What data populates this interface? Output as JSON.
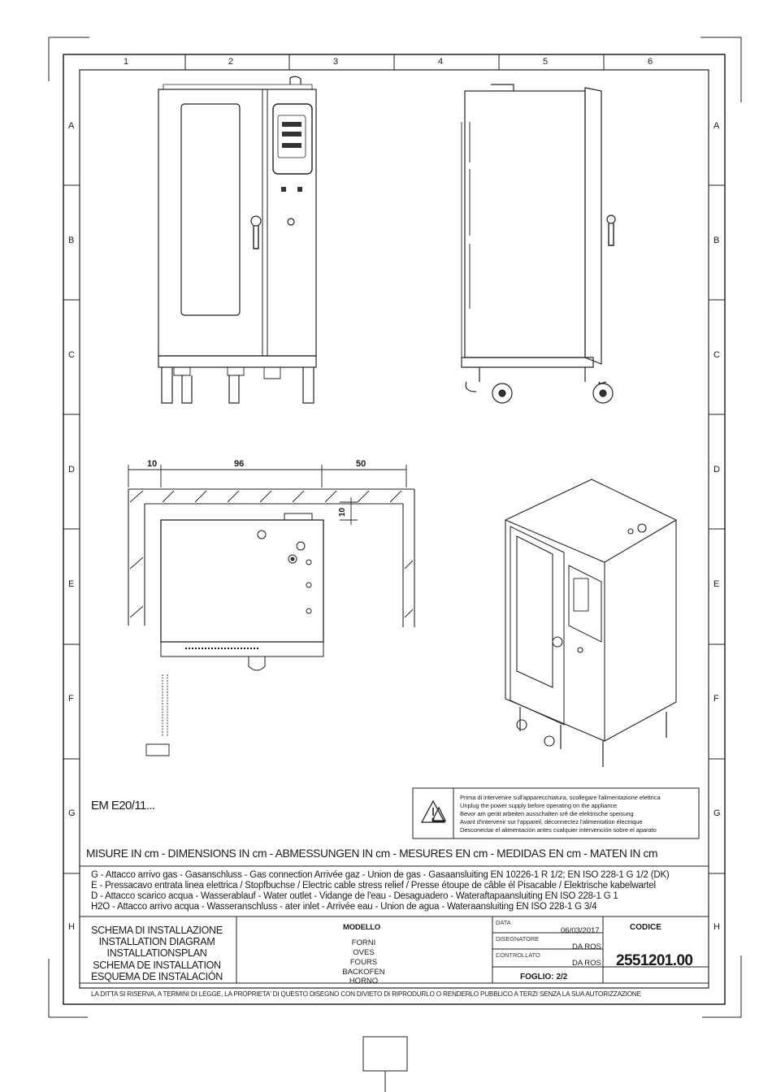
{
  "grid": {
    "columns": [
      "1",
      "2",
      "3",
      "4",
      "5",
      "6"
    ],
    "rows": [
      "A",
      "B",
      "C",
      "D",
      "E",
      "F",
      "G",
      "H"
    ]
  },
  "dimensions": {
    "left_width": "10",
    "body_width": "96",
    "right_clearance": "50",
    "top_clearance": "10"
  },
  "model_name": "EM E20/11...",
  "warning": {
    "lines": [
      "Prima di intervenire sull'apparecchiatura, scollegare l'alimentazione elettrica",
      "Unplug the power supply before operating on the appliance",
      "Bevor am gerät arbeiten ausschalten srê die elektrische speisung",
      "Avant d'intervenir sur l'appareil, déconnectez l'alimentation électrique",
      "Desconectar el alimentación antes cualquier intervención sobre el aparato"
    ]
  },
  "measures_line": "MISURE IN cm - DIMENSIONS IN cm - ABMESSUNGEN IN cm - MESURES EN cm - MEDIDAS EN cm - MATEN IN cm",
  "legend": [
    "G - Attacco arrivo gas - Gasanschluss - Gas connection Arrivée gaz - Union de gas - Gasaansluiting EN 10226-1 R 1/2; EN ISO 228-1 G 1/2 (DK)",
    "E - Pressacavo entrata linea elettrica / Stopfbuchse / Electric cable stress relief / Presse étoupe de câble él Pisacable / Elektrische kabelwartel",
    "D - Attacco scarico acqua  - Wasserablauf - Water outlet - Vidange de l'eau - Desaguadero - Wateraftapaansluiting  EN ISO 228-1 G 1",
    "H2O - Attacco arrivo acqua - Wasseranschluss - ater inlet - Arrivée eau - Union de agua - Wateraansluiting   EN ISO 228-1 G 3/4"
  ],
  "title_block": {
    "titles": [
      "SCHEMA DI INSTALLAZIONE",
      "INSTALLATION DIAGRAM",
      "INSTALLATIONSPLAN",
      "SCHEMA DE INSTALLATION",
      "ESQUEMA DE INSTALACIÓN"
    ],
    "modello_label": "MODELLO",
    "modello_values": [
      "FORNI",
      "OVES",
      "FOURS",
      "BACKOFEN",
      "HORNO"
    ],
    "data_label": "DATA",
    "data_value": "06/03/2017",
    "disegnatore_label": "DISEGNATORE",
    "disegnatore_value": "DA ROS",
    "controllato_label": "CONTROLLATO",
    "controllato_value": "DA ROS",
    "foglio": "FOGLIO: 2/2",
    "codice_label": "CODICE",
    "codice_value": "2551201.00"
  },
  "footer_notice": "LA DITTA SI RISERVA, A TERMINI DI LEGGE, LA PROPRIETA' DI QUESTO DISEGNO CON DIVIETO DI RIPRODURLO O RENDERLO PUBBLICO A TERZI SENZA LA SUA AUTORIZZAZIONE"
}
